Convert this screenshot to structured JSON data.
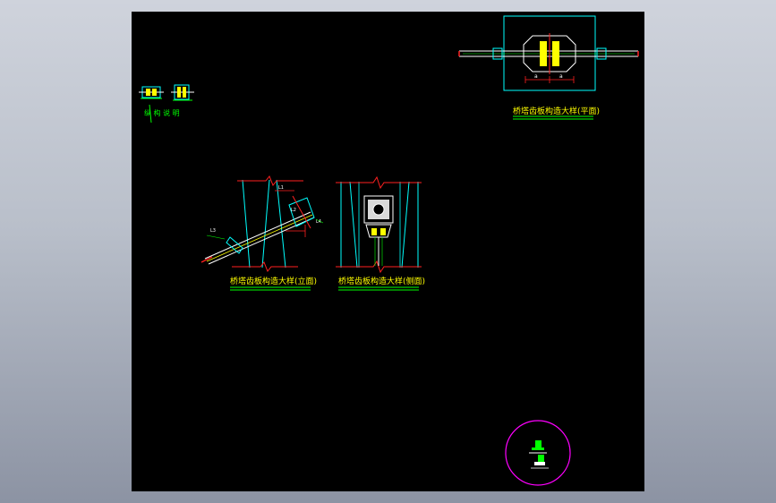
{
  "drawing": {
    "background": "#000000",
    "colors": {
      "cyan": "#00ffff",
      "green": "#00ff00",
      "yellow": "#ffff00",
      "red": "#ff2020",
      "white": "#ffffff",
      "magenta": "#ff00ff",
      "gray": "#9a9a9a"
    },
    "titles": {
      "plan": "桥塔齿板构造大样(平面)",
      "elevation": "桥塔齿板构造大样(立面)",
      "side": "桥塔齿板构造大样(侧面)"
    },
    "legend_note": "纵 构 说 明",
    "dim_labels": {
      "plan_left": "a",
      "plan_right": "a",
      "elev_1": "L1",
      "elev_2": "L2",
      "elev_3": "L3",
      "elev_4": "L4"
    },
    "compass": {
      "icon": "north-compass"
    }
  }
}
